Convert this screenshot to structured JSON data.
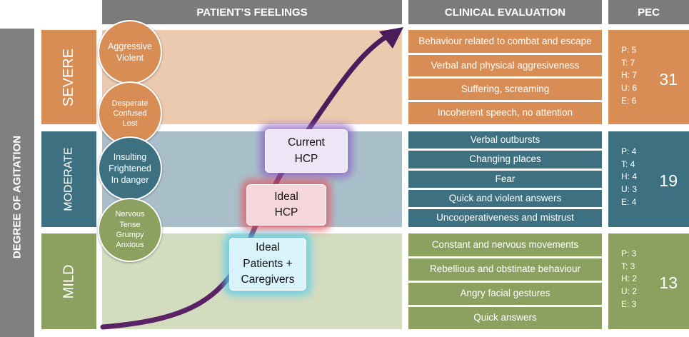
{
  "headers": {
    "feelings": "PATIENT’S FEELINGS",
    "clinical": "CLINICAL EVALUATION",
    "pec": "PEC"
  },
  "axis_label": "DEGREE OF AGITATION",
  "levels": {
    "severe": {
      "label": "SEVERE",
      "feelings": [
        "Aggressive\nViolent",
        "Desperate\nConfused\nLost"
      ],
      "clinical": [
        "Behaviour related to combat and escape",
        "Verbal and physical aggresiveness",
        "Suffering, screaming",
        "Incoherent speech, no attention"
      ],
      "pec_lines": "P: 5\nT: 7\nH: 7\nU: 6\nE: 6",
      "pec_total": "31"
    },
    "moderate": {
      "label": "MODERATE",
      "feelings": [
        "Insulting\nFrightened\nIn danger",
        "Nervous\nTense\nGrumpy\nAnxious"
      ],
      "clinical": [
        "Verbal outbursts",
        "Changing places",
        "Fear",
        "Quick and violent answers",
        "Uncooperativeness and mistrust"
      ],
      "pec_lines": "P: 4\nT: 4\nH: 4\nU: 3\nE: 4",
      "pec_total": "19"
    },
    "mild": {
      "label": "MILD",
      "clinical": [
        "Constant and nervous movements",
        "Rebellious and obstinate behaviour",
        "Angry facial gestures",
        "Quick answers"
      ],
      "pec_lines": "P: 3\nT: 3\nH: 2\nU: 2\nE: 3",
      "pec_total": "13"
    }
  },
  "markers": {
    "current_hcp": "Current\nHCP",
    "ideal_hcp": "Ideal\nHCP",
    "ideal_patients": "Ideal\nPatients +\nCaregivers"
  },
  "colors": {
    "severe": "#d88d55",
    "severe_band": "#eccab0",
    "moderate": "#3d7181",
    "moderate_band": "#a9c0cb",
    "mild": "#8ca15f",
    "mild_band": "#d3dcbf",
    "header": "#7b7b7b",
    "arrow": "#4b1b5a"
  }
}
